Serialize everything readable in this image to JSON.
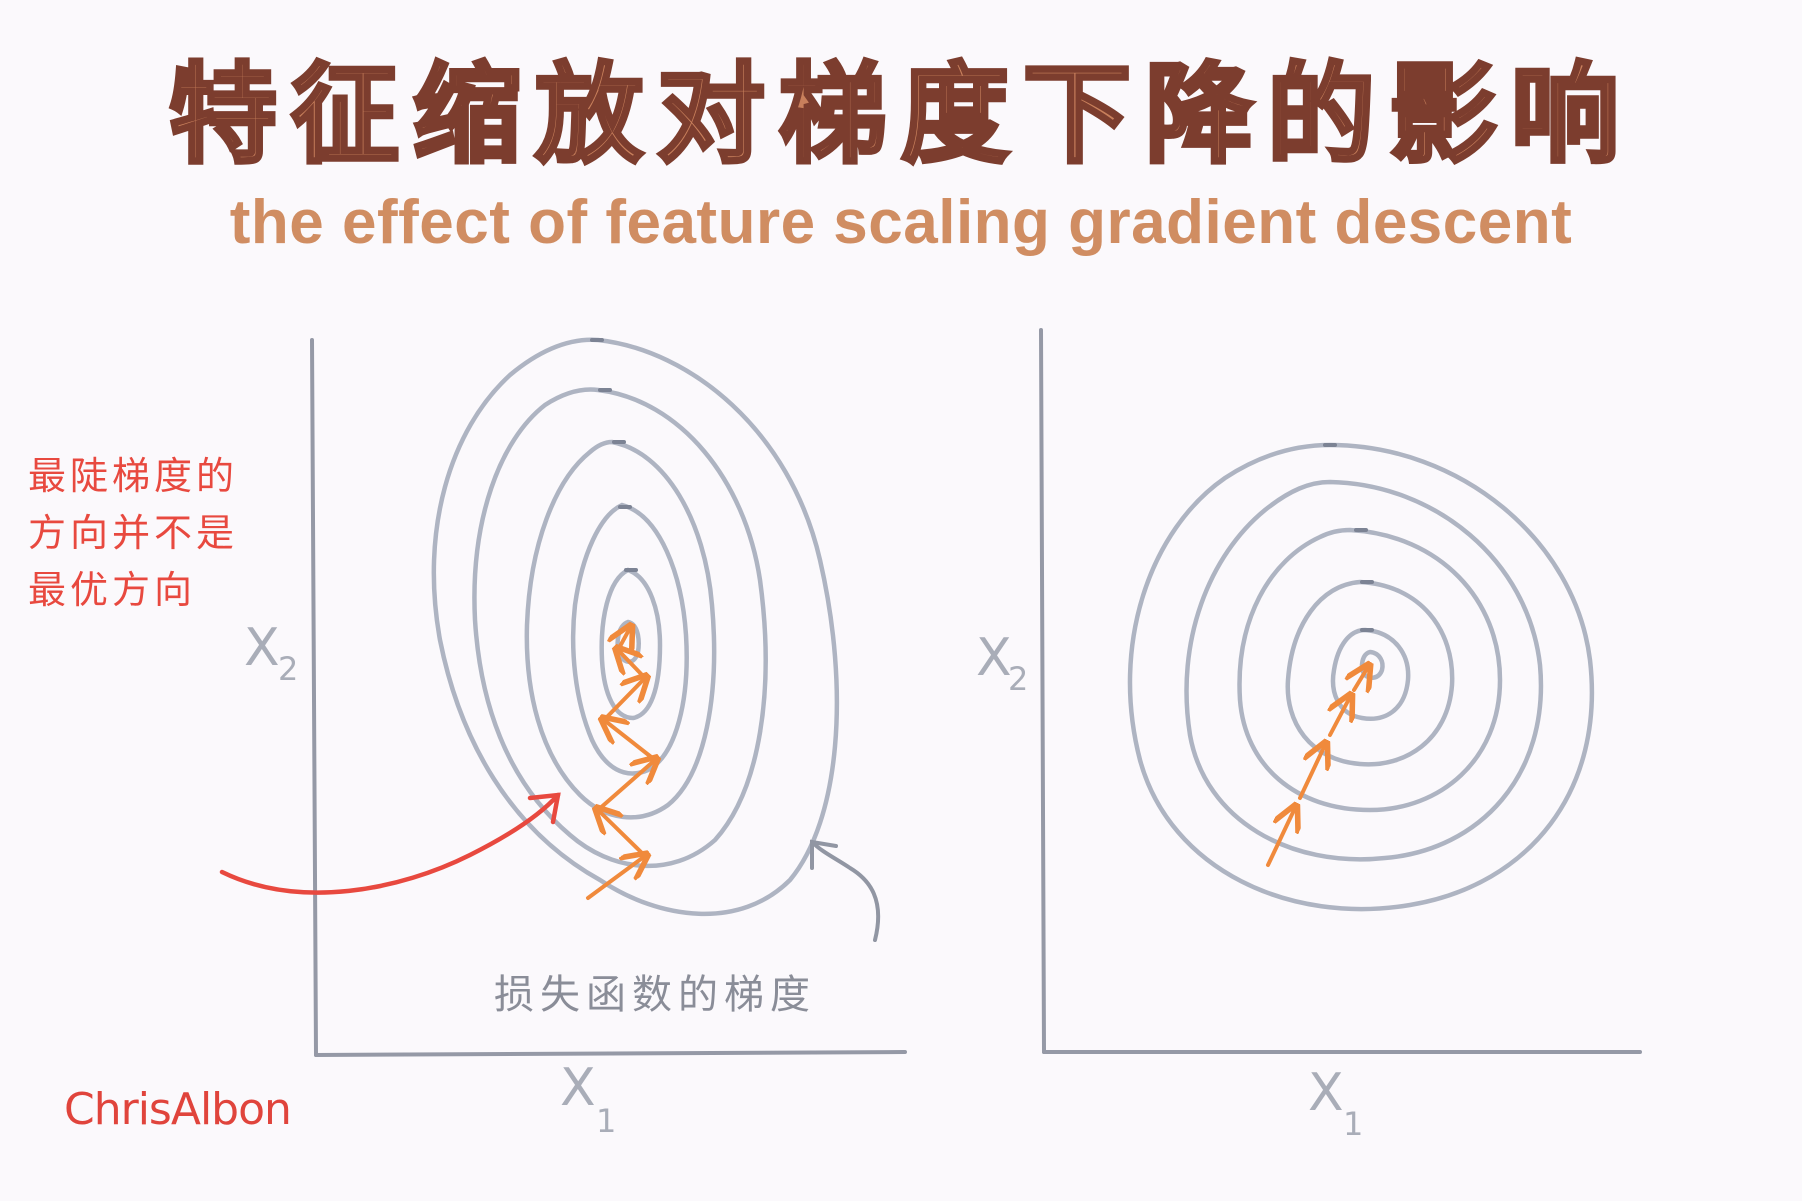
{
  "title": {
    "zh": "特征缩放对梯度下降的影响",
    "en": "the effect of feature scaling gradient descent"
  },
  "left_plot": {
    "xlabel": "X",
    "xlabel_sub": "1",
    "ylabel": "X",
    "ylabel_sub": "2"
  },
  "right_plot": {
    "xlabel": "X",
    "xlabel_sub": "1",
    "ylabel": "X",
    "ylabel_sub": "2"
  },
  "annotations": {
    "steepest_note_lines": [
      "最陡梯度的",
      "方向并不是",
      "最优方向"
    ],
    "loss_gradient_label": "损失函数的梯度"
  },
  "signature": "ChrisAlbon",
  "colors": {
    "title_fill": "#c9805c",
    "title_outline": "#7c3d2e",
    "subtitle": "#d08d62",
    "contour": "#aeb4c2",
    "axis": "#9599a6",
    "path": "#f08a3c",
    "note_red": "#e8493f",
    "caption_gray": "#8a8d98"
  }
}
